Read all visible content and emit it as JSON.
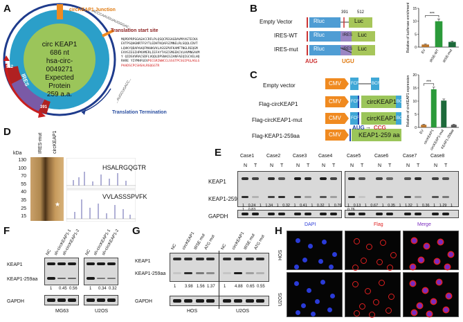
{
  "panels": {
    "A": "A",
    "B": "B",
    "C": "C",
    "D": "D",
    "E": "E",
    "F": "F",
    "G": "G",
    "H": "H"
  },
  "panelA": {
    "junction_label": "circKEAP1 Junction",
    "translation_start": "Translation start site",
    "translation_termination": "Translation Termination",
    "center_lines": [
      "circ KEAP1",
      "686 nt",
      "hsa-circ-0049271",
      "Expected Protein",
      "259 a.a."
    ],
    "ires": "IRES",
    "pos_512": "512",
    "pos_391": "391",
    "start_seq": "...ACCCAAUGUAUGGGAC...",
    "stop_seq": "...AUGCUGACC...",
    "protein_seq_black": "MQPDPRPSGAGACCRFLPLQSQCPEGAGDAVMYASTECKA EVTPSQHGNRTFSYTLEDHTKQAFGIMNELRLSQQLCDVT LQVKYQDAPAAQFMAHKVVLASSSPVFKAMFTNGLREQGM EVVSIEGIHPKVMERLIEFAYTASISMGEKCVLHVMNGAVMY QIDSVVRACSDFLVQQLDPSNAIGIANFAEQIGCVELHQRARE YIYMHFGEV",
    "protein_seq_red": "PECGRIWWCCLSSGTPCSGIPGLAGLGPAADSCPCSHSALRGQGGTR"
  },
  "panelB": {
    "constructs": [
      {
        "label": "Empty Vector",
        "left": "Rluc",
        "right": "Luc",
        "mid": ""
      },
      {
        "label": "IRES-WT",
        "left": "Rluc",
        "right": "Luc",
        "mid": "IRES"
      },
      {
        "label": "IRES-mut",
        "left": "Rluc",
        "right": "Luc",
        "mid": "IRES"
      }
    ],
    "n391": "391",
    "n512": "512",
    "aug": "AUG",
    "ugu": "UGU"
  },
  "panelC": {
    "constructs": [
      {
        "label": "Empty vector"
      },
      {
        "label": "Flag-circKEAP1",
        "body": "circKEAP1"
      },
      {
        "label": "Flag-circKEAP1-mut",
        "body": "circKEAP1"
      },
      {
        "label": "Flag-KEAP1-259aa",
        "body": "KEAP1-259 aa"
      }
    ],
    "cmv": "CMV",
    "fcf": "FCF",
    "bcf": "BCF",
    "aug": "AUG",
    "ccg": "CCG"
  },
  "chart_data": [
    {
      "type": "bar",
      "title": "",
      "ylabel": "Relative of luciferase enrichment",
      "categories": [
        "EV",
        "IRSE-WT",
        "IRSE-mut"
      ],
      "values": [
        1.0,
        10.0,
        2.0
      ],
      "errors": [
        0.2,
        0.9,
        0.3
      ],
      "colors": [
        "#b8742c",
        "#2b9a3a",
        "#1d6a3a"
      ],
      "ylim": [
        0,
        15
      ],
      "yticks": [
        0,
        5,
        10,
        15
      ],
      "significance": "***"
    },
    {
      "type": "bar",
      "title": "",
      "ylabel": "Relative of circKEAP1 expression",
      "categories": [
        "EV",
        "circKEAP1",
        "circKEAP1-mut",
        "KEAP1-259aa"
      ],
      "values": [
        1.0,
        14.5,
        10.2,
        1.0
      ],
      "errors": [
        0.2,
        0.8,
        0.6,
        0.2
      ],
      "colors": [
        "#b8742c",
        "#2b9a3a",
        "#1d6a3a",
        "#555555"
      ],
      "ylim": [
        0,
        20
      ],
      "yticks": [
        0,
        5,
        10,
        15,
        20
      ],
      "significance": "***"
    }
  ],
  "panelD": {
    "kda": "kDa",
    "markers": [
      "130",
      "100",
      "70",
      "55",
      "40",
      "35",
      "25",
      "15"
    ],
    "lanes": [
      "IRES-mut",
      "circKEAP1"
    ],
    "peptide1": "HSALRGQGTR",
    "peptide2": "VVLASSSPVFK"
  },
  "panelE": {
    "cases": [
      "Case1",
      "Case2",
      "Case3",
      "Case4",
      "Case5",
      "Case6",
      "Case7",
      "Case8"
    ],
    "nt": [
      "N",
      "T"
    ],
    "rows": [
      "KEAP1",
      "KEAP1-259aa",
      "GAPDH"
    ],
    "quant_left": [
      "1",
      "0.24",
      "1",
      "1.34",
      "1",
      "0.32",
      "1",
      "0.41",
      "1",
      "0.32",
      "1",
      "0.76",
      "1",
      "0.83"
    ],
    "quant_right": [
      "1",
      "0.13",
      "1",
      "0.67",
      "1",
      "0.35",
      "1",
      "1.32",
      "1",
      "0.36",
      "1",
      "1.29",
      "1",
      "0.76"
    ]
  },
  "panelF": {
    "lanes_left": [
      "NC",
      "sh-circKEAP1-1",
      "sh-circKEAP1-2"
    ],
    "lanes_right": [
      "NC",
      "sh-circKEAP1-1",
      "sh-circKEAP1-2"
    ],
    "rows": [
      "KEAP1",
      "KEAP1-259aa",
      "GAPDH"
    ],
    "quant_left": [
      "1",
      "0.45",
      "0.56"
    ],
    "quant_right": [
      "1",
      "0.34",
      "0.32"
    ],
    "cell_left": "MG63",
    "cell_right": "U2OS"
  },
  "panelG": {
    "lanes": [
      "NC",
      "circKEAP1",
      "IRSE mut",
      "ATG mut",
      "NC",
      "circKEAP1",
      "IRSE mut",
      "ATG mut"
    ],
    "rows": [
      "KEAP1",
      "KEAP1-259aa",
      "GAPDH"
    ],
    "quant": [
      "1",
      "3.98",
      "1.56",
      "1.37",
      "1",
      "4.88",
      "0.65",
      "0.55"
    ],
    "cell_left": "HOS",
    "cell_right": "U2OS"
  },
  "panelH": {
    "columns": [
      "DAPI",
      "Flag",
      "Merge"
    ],
    "rows": [
      "HOS",
      "U2OS"
    ],
    "col_colors": [
      "#2a3bd8",
      "#e02020",
      "#7a2bbf"
    ]
  }
}
